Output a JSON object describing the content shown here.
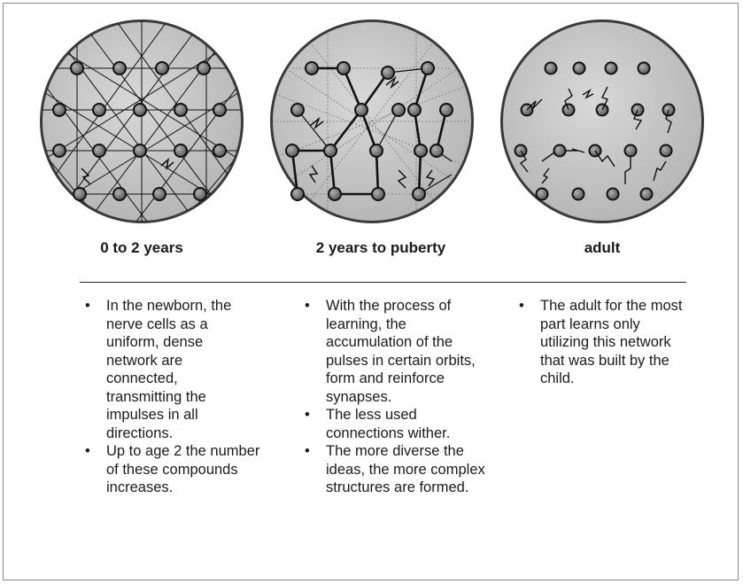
{
  "stages": [
    {
      "label": "0 to 2 years",
      "bullets": [
        "In the newborn, the nerve cells as a uniform, dense network are connected, transmitting the impulses in all directions.",
        "Up to age 2 the number of these compounds increases."
      ]
    },
    {
      "label": "2 years to puberty",
      "bullets": [
        "With the process of learning, the accumulation of the pulses in certain orbits, form and reinforce synapses.",
        "The less used connections wither.",
        "The more diverse the ideas, the more complex structures are formed."
      ]
    },
    {
      "label": "adult",
      "bullets": [
        "The adult for the most part learns only utilizing this network that was built by the child."
      ]
    }
  ],
  "colors": {
    "disc_fill": "#c4c4c4",
    "disc_border": "#2a2a2a",
    "node_fill": "#7a7a7a",
    "node_stroke": "#111111",
    "line": "#111111"
  }
}
